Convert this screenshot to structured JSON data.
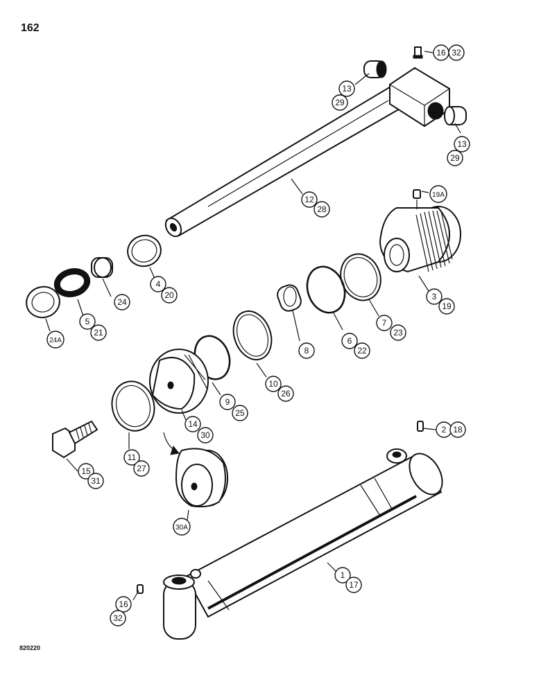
{
  "page": {
    "number": "162",
    "drawing_code": "820220"
  },
  "callouts": [
    [
      "16",
      "32"
    ],
    [
      "13",
      "29"
    ],
    [
      "13",
      "29"
    ],
    [
      "12",
      "28"
    ],
    [
      "19A"
    ],
    [
      "3",
      "19"
    ],
    [
      "7",
      "23"
    ],
    [
      "6",
      "22"
    ],
    [
      "8"
    ],
    [
      "10",
      "26"
    ],
    [
      "9",
      "25"
    ],
    [
      "14",
      "30"
    ],
    [
      "11",
      "27"
    ],
    [
      "15",
      "31"
    ],
    [
      "30A"
    ],
    [
      "2",
      "18"
    ],
    [
      "4",
      "20"
    ],
    [
      "24"
    ],
    [
      "5",
      "21"
    ],
    [
      "24A"
    ],
    [
      "1",
      "17"
    ],
    [
      "16",
      "32"
    ]
  ]
}
